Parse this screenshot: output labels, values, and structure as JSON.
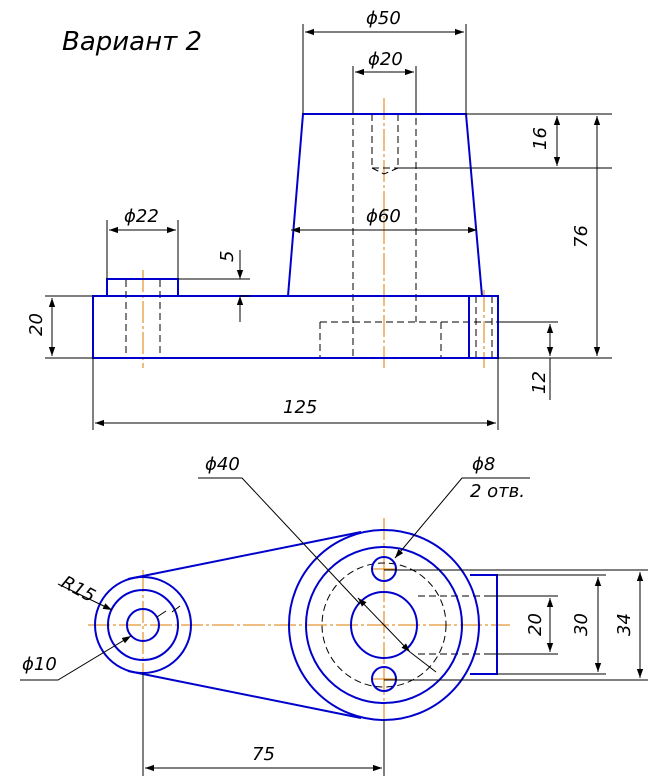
{
  "title": "Вариант 2",
  "colors": {
    "outline": "#0000cc",
    "center": "#e07b00",
    "dimension": "#000000",
    "hidden": "#000000"
  },
  "front_view": {
    "dim_top_diameter": "ϕ50",
    "dim_hole_diameter": "ϕ20",
    "dim_base_diameter": "ϕ60",
    "dim_boss_diameter": "ϕ22",
    "dim_hole_depth": "16",
    "dim_total_height": "76",
    "dim_boss_height": "5",
    "dim_base_height": "20",
    "dim_recess_height": "12",
    "dim_length": "125"
  },
  "top_view": {
    "dim_bore_diameter": "ϕ40",
    "dim_small_holes": "ϕ8",
    "dim_small_holes_count": "2 отв.",
    "dim_end_radius": "R15",
    "dim_end_hole": "ϕ10",
    "dim_slot_width": "20",
    "dim_slot_width_outer": "30",
    "dim_lug_width": "34",
    "dim_center_distance": "75"
  }
}
